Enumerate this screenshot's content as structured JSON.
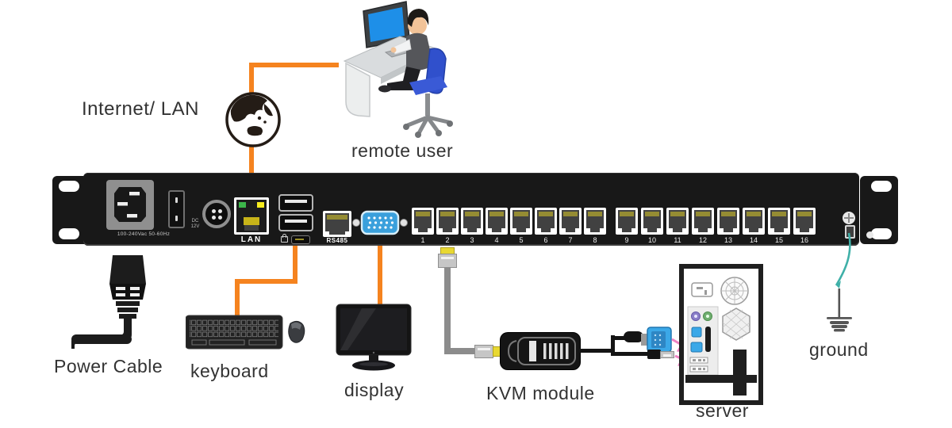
{
  "labels": {
    "internet_lan": "Internet/ LAN",
    "remote_user": "remote user",
    "power_cable": "Power Cable",
    "keyboard": "keyboard",
    "display": "display",
    "kvm_module": "KVM module",
    "server": "server",
    "ground": "ground"
  },
  "device": {
    "lan_label": "LAN",
    "rs485_label": "RS485",
    "power_rating": "100-240Vac 50-60Hz",
    "dc_label": "DC 12V",
    "port_numbers": [
      "1",
      "2",
      "3",
      "4",
      "5",
      "6",
      "7",
      "8",
      "9",
      "10",
      "11",
      "12",
      "13",
      "14",
      "15",
      "16"
    ]
  },
  "colors": {
    "cable_orange": "#F5831F",
    "ground_teal": "#3FB0A8",
    "vga_blue": "#3AA0DC",
    "led_green": "#3CB54A",
    "led_yellow": "#F7EC1E",
    "arrow_pink": "#EE82C3",
    "chassis_black": "#181818"
  }
}
